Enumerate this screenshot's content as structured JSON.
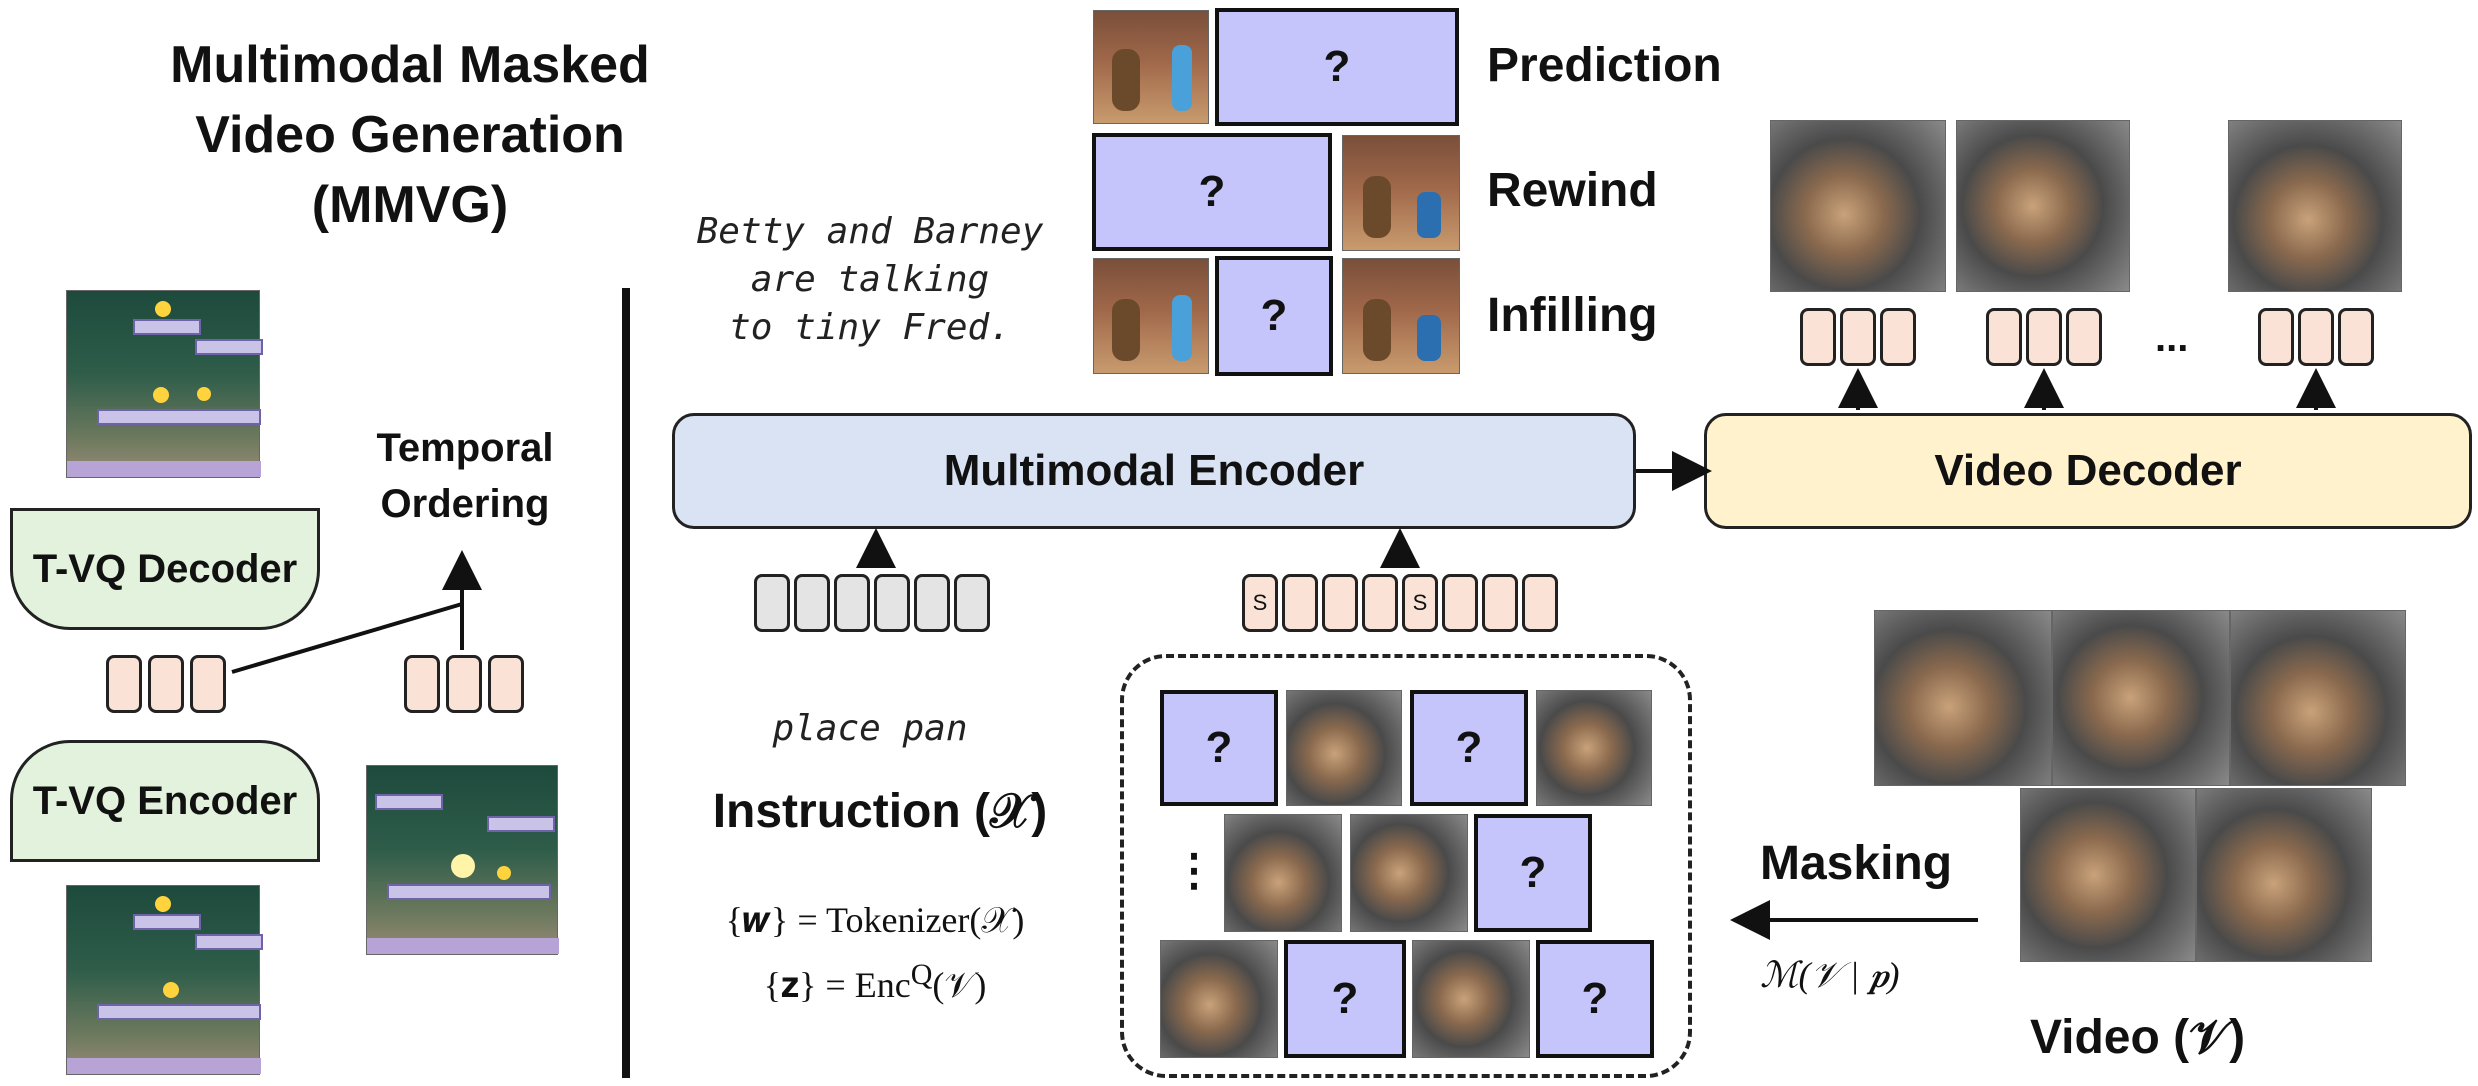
{
  "title": {
    "line1": "Multimodal Masked",
    "line2": "Video Generation (MMVG)"
  },
  "tasks": {
    "prediction": "Prediction",
    "rewind": "Rewind",
    "infilling": "Infilling"
  },
  "caption": {
    "line1": "Betty and Barney",
    "line2": "are talking",
    "line3": "to tiny Fred."
  },
  "left_panel": {
    "temporal_ordering_line1": "Temporal",
    "temporal_ordering_line2": "Ordering",
    "decoder": "T-VQ Decoder",
    "encoder": "T-VQ Encoder"
  },
  "encoder_label": "Multimodal Encoder",
  "decoder_label": "Video Decoder",
  "special_token": "S",
  "mask_symbol": "?",
  "ellipsis_h": "...",
  "ellipsis_v": "⋮",
  "instruction": {
    "text": "place pan",
    "label": "Instruction (𝒳)",
    "formula1": "{𝒘} = Tokenizer(𝒳)",
    "formula2_base": "{𝐳} = Enc",
    "formula2_sup": "Q",
    "formula2_end": "(𝒱)"
  },
  "masking": {
    "label": "Masking",
    "formula": "ℳ(𝒱 | 𝒑)"
  },
  "video_label": "Video (𝒱)",
  "colors": {
    "mask_fill": "#c5c5fb",
    "encoder_fill": "#dae3f3",
    "decoder_fill": "#fff2cc",
    "vq_fill": "#e3f2dc",
    "token_fill": "#fbe2d6",
    "text_token_fill": "#e4e4e4"
  }
}
